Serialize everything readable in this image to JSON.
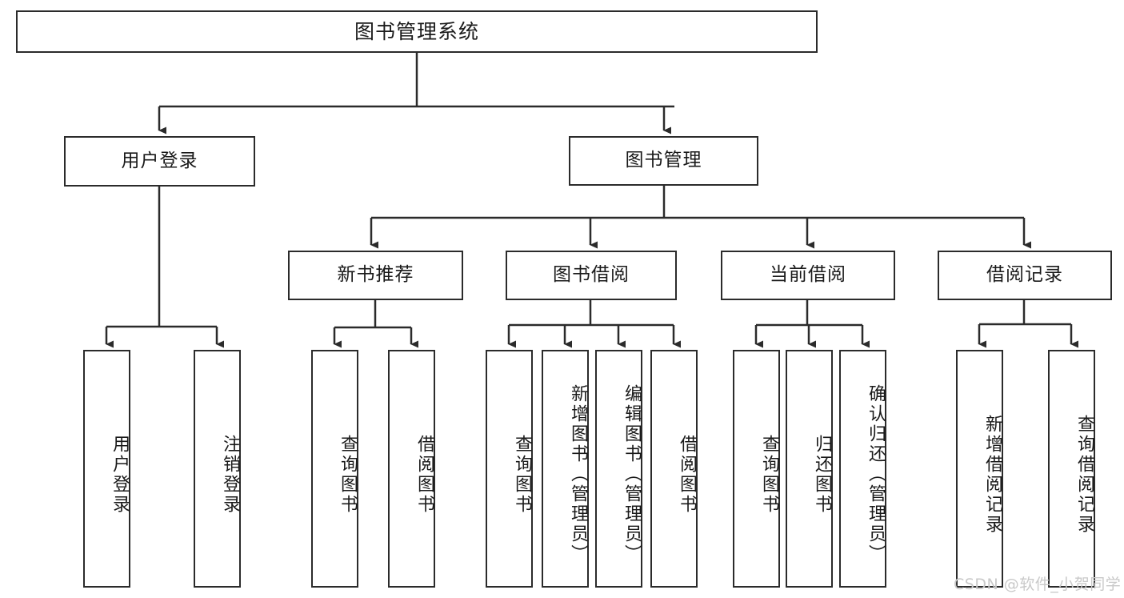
{
  "diagram": {
    "type": "tree-hierarchy",
    "title": "图书管理系统",
    "watermark": "CSDN @软件_小贺同学",
    "colors": {
      "stroke": "#2b2b2b",
      "fill": "#ffffff",
      "text": "#1a1a1a",
      "watermark": "#c9c9c9"
    },
    "nodes": {
      "root": "图书管理系统",
      "level2": {
        "user_login": "用户登录",
        "book_manage": "图书管理"
      },
      "level3": {
        "new_book_rec": "新书推荐",
        "book_borrow": "图书借阅",
        "current_borrow": "当前借阅",
        "borrow_record": "借阅记录"
      },
      "leaves": {
        "user_login_1": "用户登录",
        "user_login_2": "注销登录",
        "new_book_rec_1": "查询图书",
        "new_book_rec_2": "借阅图书",
        "book_borrow_1": "查询图书",
        "book_borrow_2": "新增图书（管理员）",
        "book_borrow_3": "编辑图书（管理员）",
        "book_borrow_4": "借阅图书",
        "current_borrow_1": "查询图书",
        "current_borrow_2": "归还图书",
        "current_borrow_3": "确认归还（管理员）",
        "borrow_record_1": "新增借阅记录",
        "borrow_record_2": "查询借阅记录"
      }
    }
  }
}
